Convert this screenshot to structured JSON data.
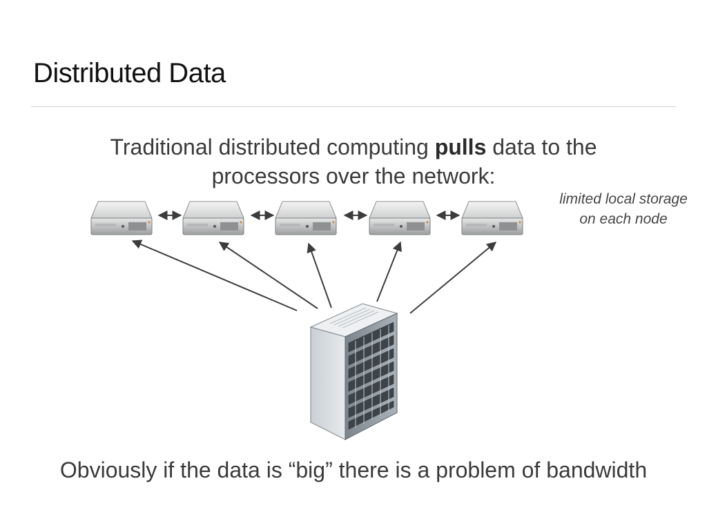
{
  "slide": {
    "title": "Distributed Data",
    "headline_before": "Traditional distributed computing ",
    "headline_bold": "pulls",
    "headline_after": " data to the processors over the network:",
    "note": "limited local storage on each node",
    "footer": "Obviously if the data is “big” there is a problem of bandwidth"
  },
  "diagram": {
    "nodes": [
      {
        "id": "node-1",
        "icon": "server-node-icon"
      },
      {
        "id": "node-2",
        "icon": "server-node-icon"
      },
      {
        "id": "node-3",
        "icon": "server-node-icon"
      },
      {
        "id": "node-4",
        "icon": "server-node-icon"
      },
      {
        "id": "node-5",
        "icon": "server-node-icon"
      }
    ],
    "central": {
      "id": "storage",
      "icon": "rack-storage-icon"
    },
    "links": [
      {
        "from": "node-1",
        "to": "node-2",
        "type": "bidirectional"
      },
      {
        "from": "node-2",
        "to": "node-3",
        "type": "bidirectional"
      },
      {
        "from": "node-3",
        "to": "node-4",
        "type": "bidirectional"
      },
      {
        "from": "node-4",
        "to": "node-5",
        "type": "bidirectional"
      },
      {
        "from": "storage",
        "to": "node-1",
        "type": "directed"
      },
      {
        "from": "storage",
        "to": "node-2",
        "type": "directed"
      },
      {
        "from": "storage",
        "to": "node-3",
        "type": "directed"
      },
      {
        "from": "storage",
        "to": "node-4",
        "type": "directed"
      },
      {
        "from": "storage",
        "to": "node-5",
        "type": "directed"
      }
    ],
    "colors": {
      "arrow": "#3c3c3c",
      "server_body": "#d9dadb",
      "rack_body": "#b9bfc5"
    }
  }
}
